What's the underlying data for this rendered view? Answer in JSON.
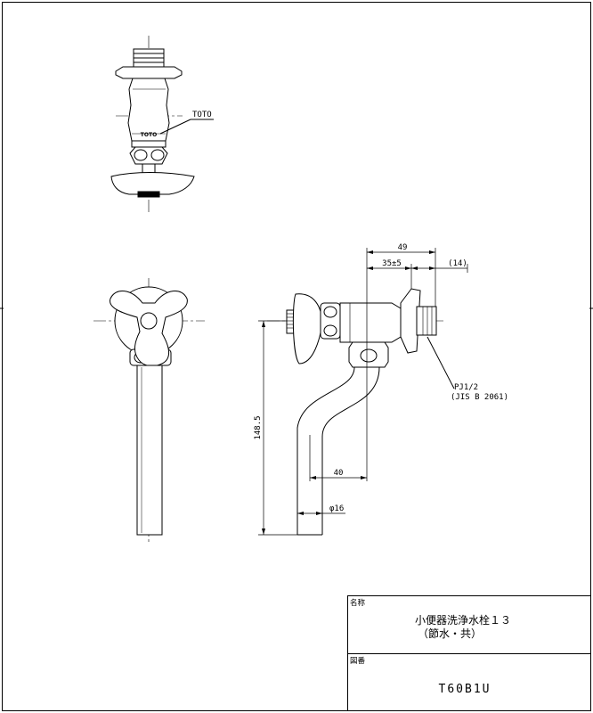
{
  "labels": {
    "brand_callout": "TOTO",
    "brand_on_handle": "TOTO",
    "thread_spec_1": "PJ1/2",
    "thread_spec_2": "(JIS B 2061)"
  },
  "dimensions": {
    "overall_width": "49",
    "body_length": "35±5",
    "thread_length": "(14)",
    "height": "148.5",
    "pipe_offset": "40",
    "pipe_diameter": "φ16"
  },
  "title_block": {
    "name_label": "名称",
    "name_line1": "小便器洗浄水栓１３",
    "name_line2": "（節水・共）",
    "drawing_label": "図番",
    "drawing_number": "T60B1U"
  }
}
